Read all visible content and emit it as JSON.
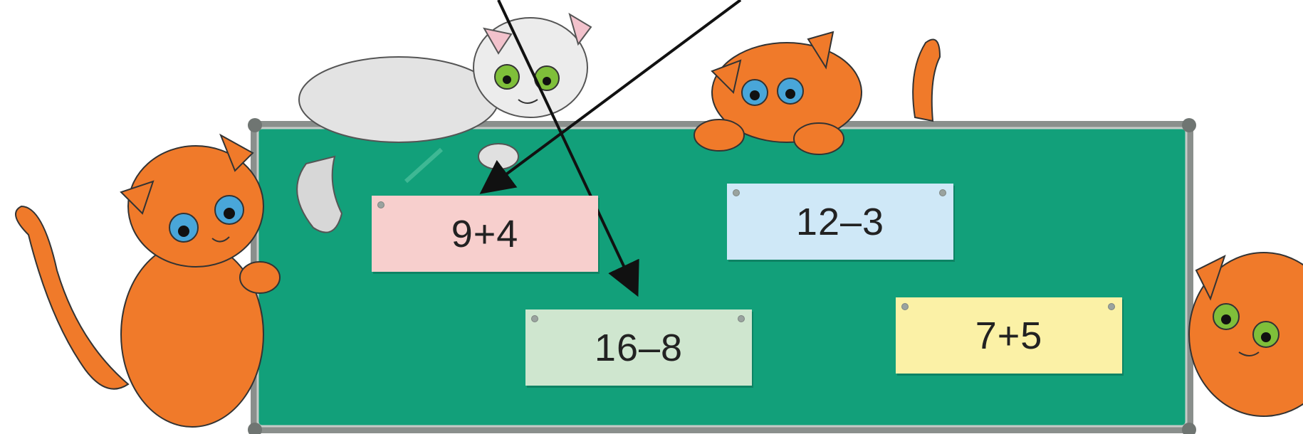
{
  "cards": [
    {
      "expression": "9+4",
      "color": "#f7cfcd"
    },
    {
      "expression": "12–3",
      "color": "#cfe8f7"
    },
    {
      "expression": "16–8",
      "color": "#cfe6cf"
    },
    {
      "expression": "7+5",
      "color": "#fbf1a6"
    }
  ],
  "colors": {
    "board": "#12a07a",
    "frame": "#8a8f8c",
    "cat_orange": "#f07a2a",
    "cat_gray": "#dcdcdc",
    "arrow": "#111111"
  }
}
